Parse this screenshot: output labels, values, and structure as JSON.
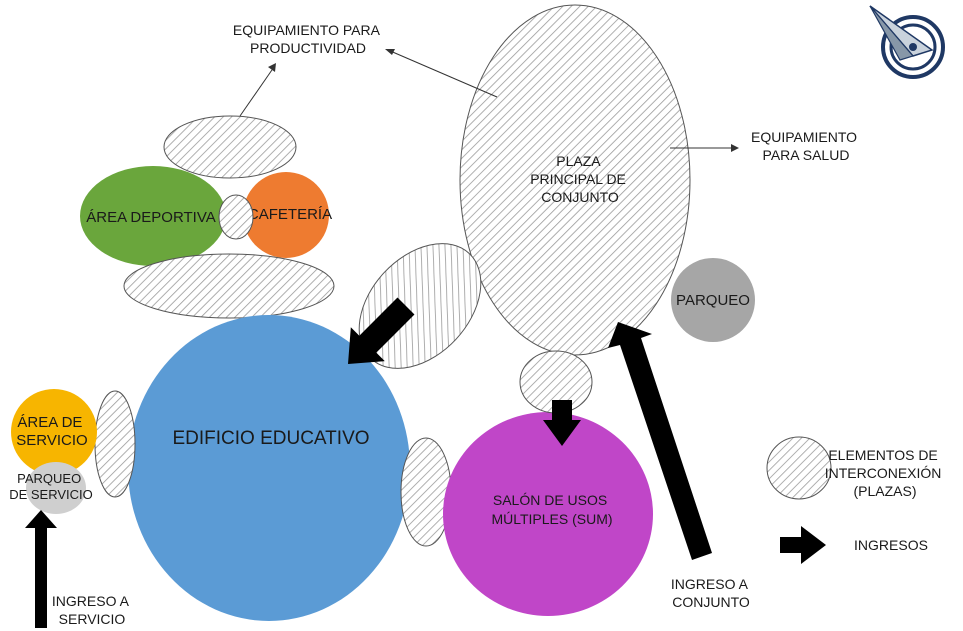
{
  "labels": {
    "equip_prod": [
      "EQUIPAMIENTO PARA",
      "PRODUCTIVIDAD"
    ],
    "equip_salud": [
      "EQUIPAMIENTO",
      "PARA SALUD"
    ],
    "plaza": [
      "PLAZA",
      "PRINCIPAL DE",
      "CONJUNTO"
    ],
    "area_deportiva": "ÁREA DEPORTIVA",
    "cafeteria": "CAFETERÍA",
    "parqueo": "PARQUEO",
    "area_servicio": [
      "ÁREA DE",
      "SERVICIO"
    ],
    "parqueo_servicio": [
      "PARQUEO",
      "DE SERVICIO"
    ],
    "edificio": "EDIFICIO EDUCATIVO",
    "salon": [
      "SALÓN DE USOS",
      "MÚLTIPLES (SUM)"
    ],
    "ingreso_servicio": [
      "INGRESO A",
      "SERVICIO"
    ],
    "ingreso_conjunto": [
      "INGRESO A",
      "CONJUNTO"
    ]
  },
  "legend": {
    "plazas": [
      "ELEMENTOS DE",
      "INTERCONEXIÓN",
      "(PLAZAS)"
    ],
    "ingresos": "INGRESOS"
  },
  "colors": {
    "sport": "#6aa63c",
    "cafeteria": "#ee7b30",
    "parking": "#a6a6a6",
    "service_area": "#f7b500",
    "service_parking": "#cfcfcf",
    "educational": "#5b9bd5",
    "sum": "#c046c8",
    "hatch": "#9a9a9a",
    "compass_navy": "#1f3864"
  },
  "icons": {
    "compass": "compass-icon"
  }
}
